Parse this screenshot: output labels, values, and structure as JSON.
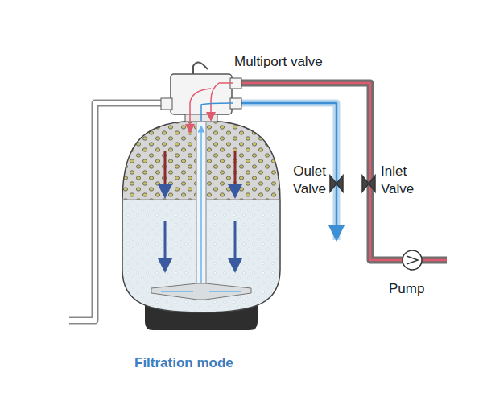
{
  "diagram": {
    "caption": "Filtration mode",
    "labels": [
      "Multiport valve",
      "Oulet Valve",
      "Inlet Valve",
      "Pump"
    ]
  }
}
